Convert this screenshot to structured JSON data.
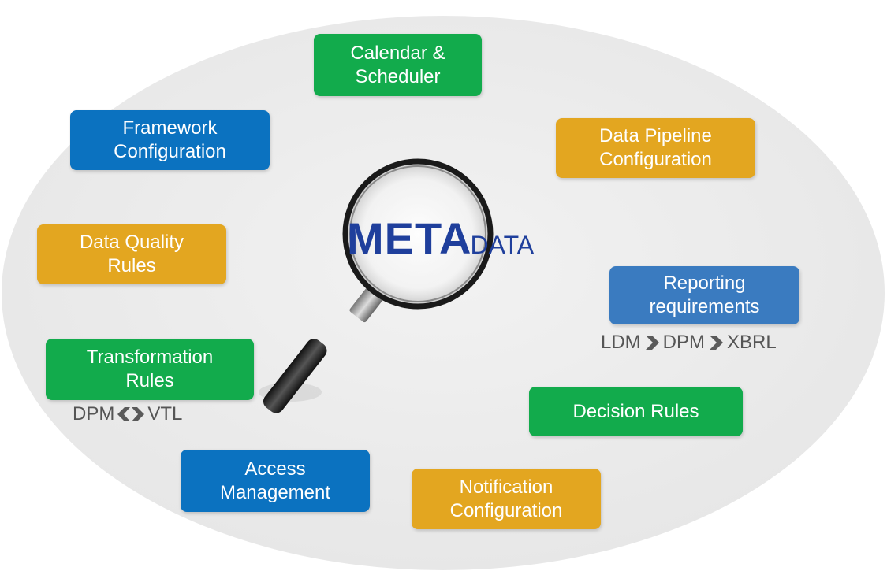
{
  "center": {
    "meta_bold": "META",
    "meta_rest": "DATA"
  },
  "boxes": {
    "calendar": {
      "lines": [
        "Calendar &",
        "Scheduler"
      ],
      "color": "#12ab4c"
    },
    "framework": {
      "lines": [
        "Framework",
        "Configuration"
      ],
      "color": "#0b72c0"
    },
    "pipeline": {
      "lines": [
        "Data Pipeline",
        "Configuration"
      ],
      "color": "#e3a620"
    },
    "quality": {
      "lines": [
        "Data Quality",
        "Rules"
      ],
      "color": "#e3a620"
    },
    "reporting": {
      "lines": [
        "Reporting",
        "requirements"
      ],
      "color": "#3a7bc0"
    },
    "transformation": {
      "lines": [
        "Transformation",
        "Rules"
      ],
      "color": "#12ab4c"
    },
    "decision": {
      "lines": [
        "Decision Rules"
      ],
      "color": "#12ab4c"
    },
    "access": {
      "lines": [
        "Access",
        "Management"
      ],
      "color": "#0b72c0"
    },
    "notification": {
      "lines": [
        "Notification",
        "Configuration"
      ],
      "color": "#e3a620"
    }
  },
  "reporting_chain": {
    "items": [
      "LDM",
      "DPM",
      "XBRL"
    ],
    "arrow_icon": "chevron-right-icon"
  },
  "transformation_chain": {
    "left": "DPM",
    "right": "VTL",
    "arrow_icon": "double-chevron-icon"
  },
  "icons": {
    "magnifier": "magnifying-glass-icon"
  }
}
